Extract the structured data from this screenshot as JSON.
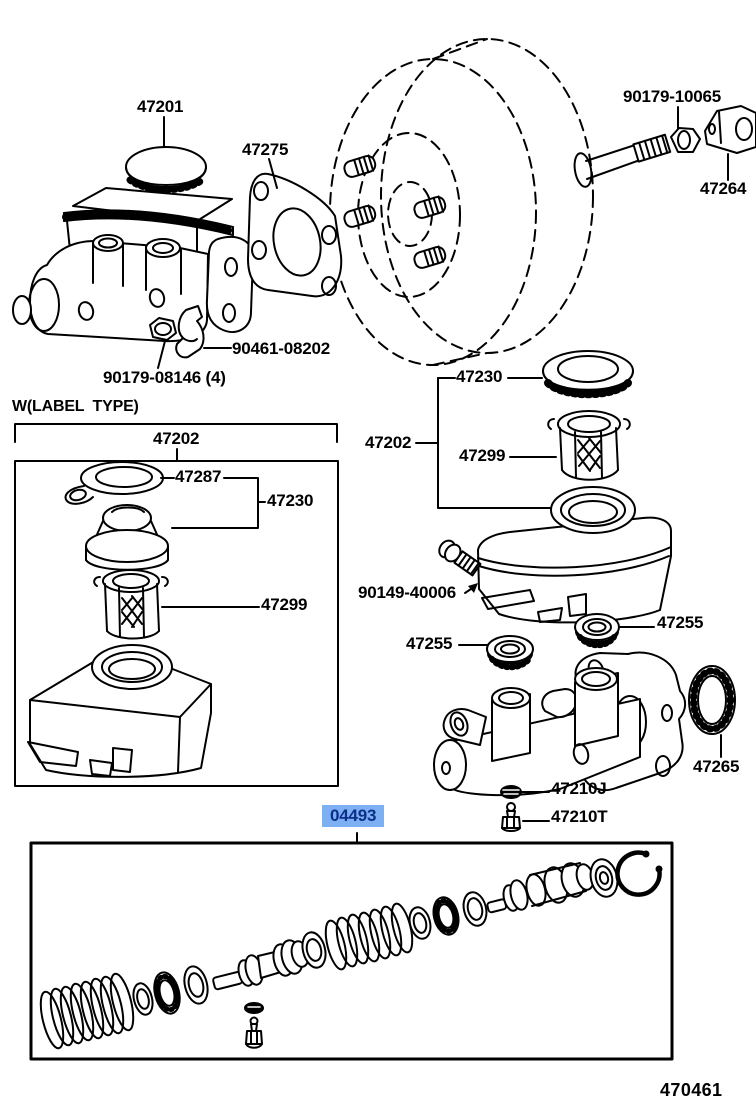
{
  "colors": {
    "highlight_bg": "#7DB0F2",
    "highlight_text": "#0B2F8A",
    "line": "#000000",
    "background": "#FFFFFF"
  },
  "header": {
    "variant_heading": "W(LABEL  TYPE)"
  },
  "figure": {
    "code": "470461"
  },
  "parts": {
    "master_cylinder_assy": "47201",
    "cylinder_gasket": "47275",
    "pushrod_nut": "90179-10065",
    "pushrod_clevis": "47264",
    "reservoir_clamp": "90461-08202",
    "mounting_nut": "90179-08146 (4)",
    "label_type_reservoir_assy": "47202",
    "label_type_cap": "47287",
    "label_type_inner_cap": "47230",
    "label_type_strainer": "47299",
    "reservoir_cap": "47230",
    "reservoir_assy": "47202",
    "reservoir_strainer": "47299",
    "reservoir_bolt": "90149-40006",
    "grommet_front": "47255",
    "grommet_rear": "47255",
    "seal_ring": "47265",
    "gasket_j": "47210J",
    "bleeder_plug": "47210T",
    "repair_kit": "04493"
  }
}
